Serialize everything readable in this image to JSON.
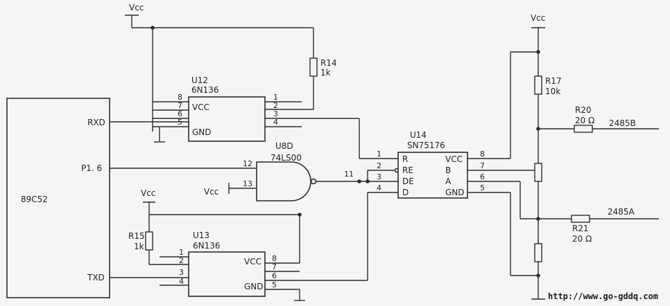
{
  "labels": {
    "vcc": "Vcc",
    "mcu": "89C52",
    "rxd": "RXD",
    "p16": "P1. 6",
    "txd": "TXD",
    "vcc_pin": "VCC",
    "gnd_pin": "GND",
    "url": "http://www.go-gddq.com"
  },
  "u12": {
    "ref": "U12",
    "part": "6N136",
    "pins": [
      "8",
      "7",
      "6",
      "5",
      "1",
      "2",
      "3",
      "4"
    ]
  },
  "u13": {
    "ref": "U13",
    "part": "6N136",
    "pins": [
      "1",
      "2",
      "3",
      "4",
      "8",
      "7",
      "6",
      "5"
    ]
  },
  "u8d": {
    "ref": "U8D",
    "part": "74LS00",
    "pins": [
      "12",
      "13",
      "11"
    ]
  },
  "u14": {
    "ref": "U14",
    "part": "SN75176",
    "left_pins": [
      "R",
      "RE",
      "DE",
      "D"
    ],
    "left_nums": [
      "1",
      "2",
      "3",
      "4"
    ],
    "right_pins": [
      "VCC",
      "B",
      "A",
      "GND"
    ],
    "right_nums": [
      "8",
      "7",
      "6",
      "5"
    ]
  },
  "resistors": {
    "r14": {
      "ref": "R14",
      "value": "1k"
    },
    "r15": {
      "ref": "R15",
      "value": "1k"
    },
    "r17": {
      "ref": "R17",
      "value": "10k"
    },
    "r20": {
      "ref": "R20",
      "value": "20 Ω"
    },
    "r21": {
      "ref": "R21",
      "value": "20 Ω"
    }
  },
  "nets": {
    "b_out": "2485B",
    "a_out": "2485A"
  }
}
